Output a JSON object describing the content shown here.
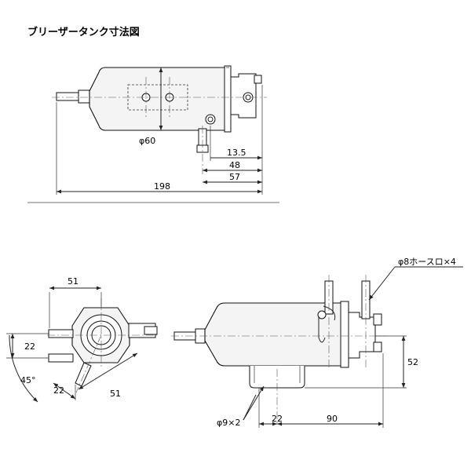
{
  "title": "ブリーザータンク寸法図",
  "top_view": {
    "diameter": "φ60",
    "dim_13_5": "13.5",
    "dim_48": "48",
    "dim_57": "57",
    "dim_198": "198"
  },
  "end_view": {
    "dim_51_top": "51",
    "dim_22_left": "22",
    "angle_45": "45°",
    "dim_22_diag": "22",
    "dim_51_diag": "51"
  },
  "side_view": {
    "hose_label": "φ8ホースロ×4",
    "dim_52": "52",
    "dim_22": "22",
    "dim_90": "90",
    "bolt_label": "φ9×2"
  }
}
